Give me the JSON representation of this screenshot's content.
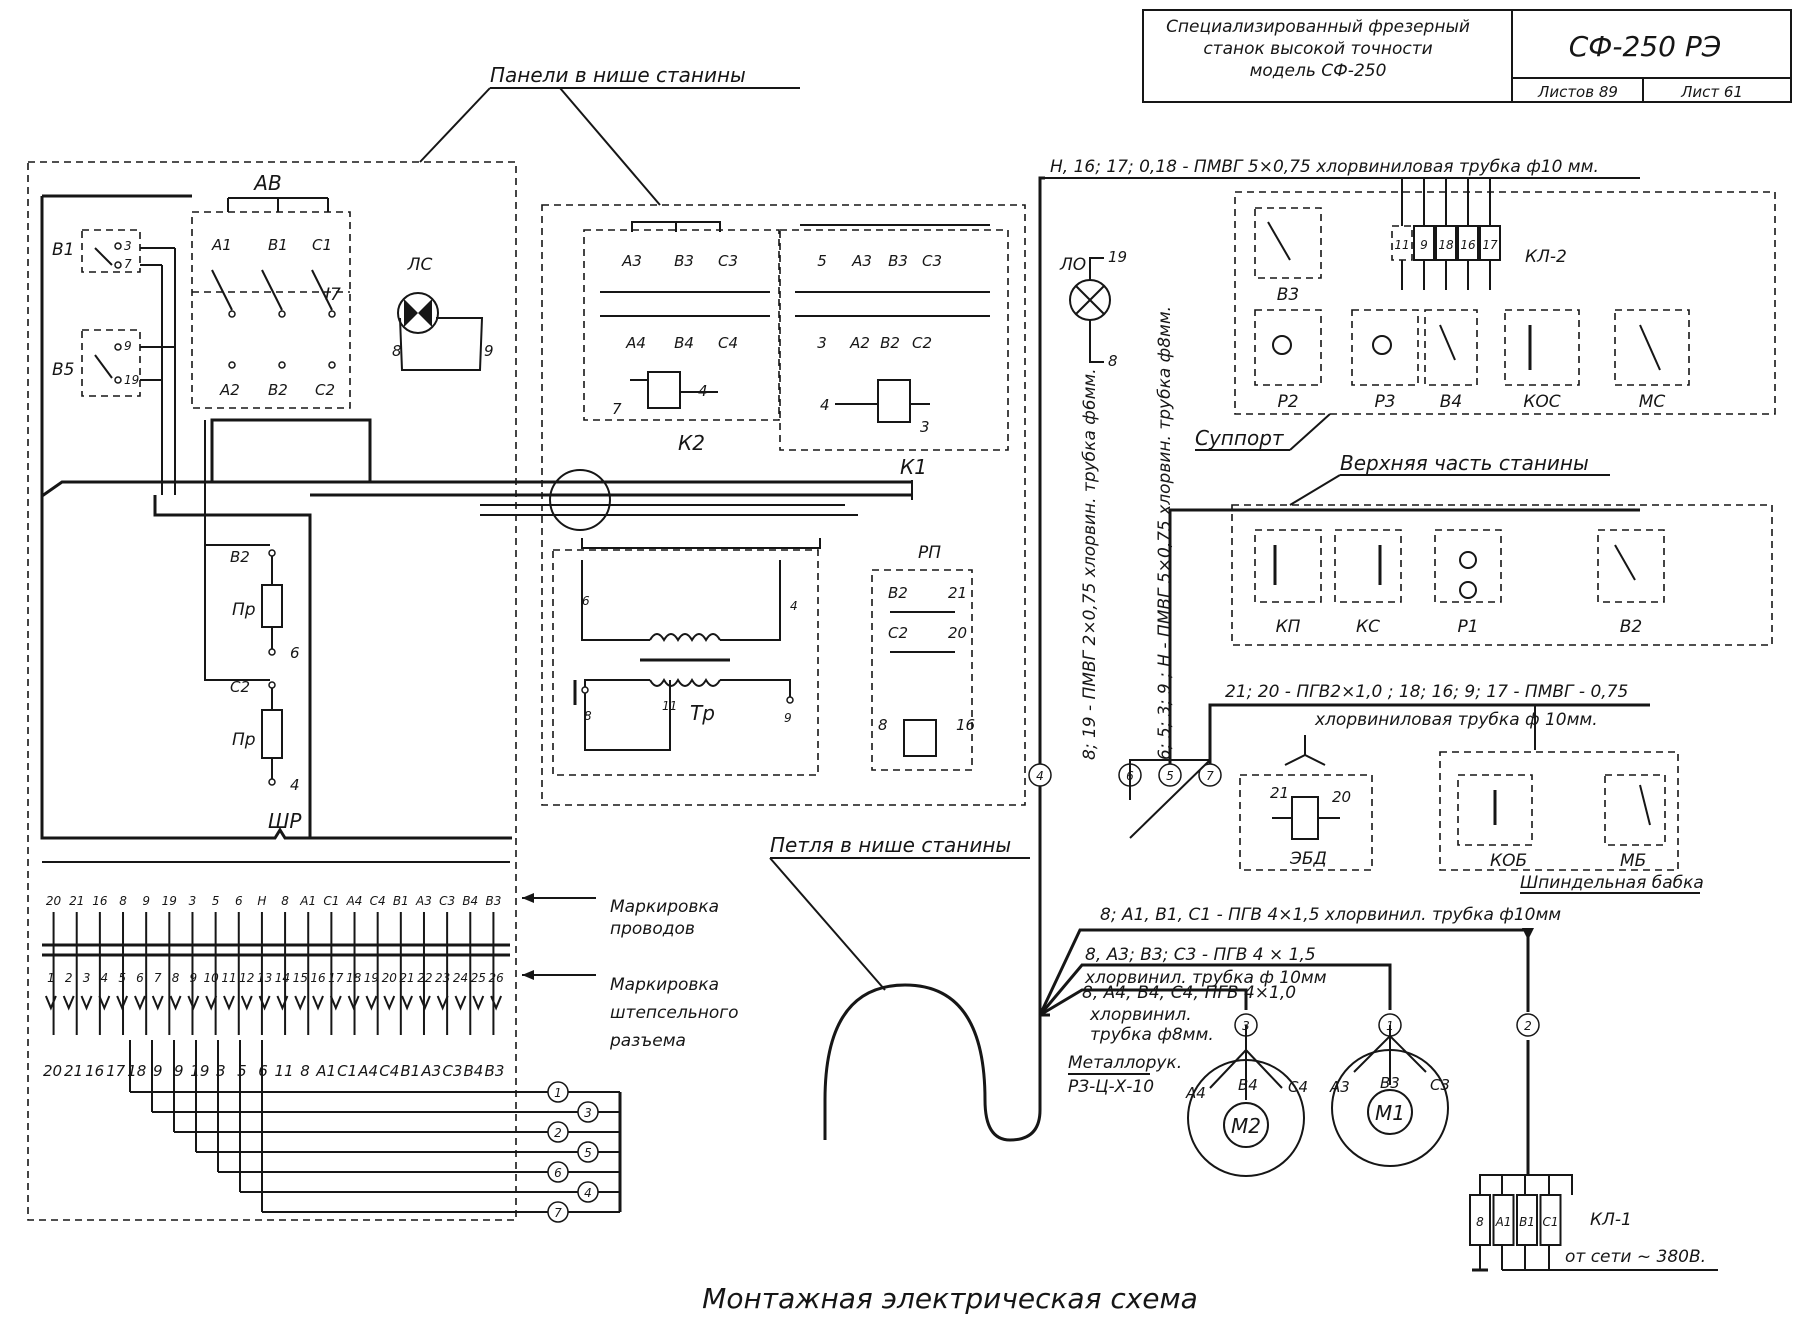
{
  "title_block": {
    "description": [
      "Специализированный фрезерный",
      "станок высокой точности",
      "модель СФ-250"
    ],
    "code": "СФ-250 РЭ",
    "sheets_total": "Листов 89",
    "sheet_number": "Лист 61"
  },
  "caption": "Монтажная электрическая схема",
  "section_labels": {
    "panels_niche": "Панели в нише станины",
    "support": "Суппорт",
    "upper_frame": "Верхняя часть станины",
    "spindle_head": "Шпиндельная бабка",
    "loop_niche": "Петля в нише станины",
    "wire_marking": [
      "Маркировка",
      "проводов"
    ],
    "plug_marking": [
      "Маркировка",
      "штепсельного",
      "разъема"
    ],
    "metal_sleeve": [
      "Металлорук.",
      "РЗ-Ц-Х-10"
    ],
    "mains": "от сети ~ 380В."
  },
  "cable_notes": {
    "top_bus": "Н, 16; 17; 0,18 - ПМВГ 5×0,75 хлорвиниловая трубка ф10 мм.",
    "v1": "8; 19 - ПМВГ 2×0,75 хлорвин. трубка ф6мм.",
    "v2": "6; 5; 3; 9 ; Н - ПМВГ 5×0,75 хлорвин. трубка ф8мм.",
    "spindle": [
      "21; 20 - ПГВ2×1,0 ; 18; 16; 9; 17 - ПМВГ - 0,75",
      "хлорвиниловая трубка ф 10мм."
    ],
    "power": "8; А1, В1, С1 - ПГВ 4×1,5 хлорвинил. трубка ф10мм",
    "m1": [
      "8, А3; В3; С3 - ПГВ 4 × 1,5",
      "хлорвинил. трубка ф 10мм"
    ],
    "m2": [
      "8, А4; В4; С4; ПГВ 4×1,0",
      "хлорвинил.",
      "трубка ф8мм."
    ]
  },
  "components": {
    "av": "АВ",
    "av_in": [
      "А1",
      "В1",
      "С1"
    ],
    "av_out": [
      "А2",
      "В2",
      "С2"
    ],
    "av_rating": "I7",
    "b1": "В1",
    "b5": "В5",
    "lamp_ls": "ЛС",
    "lamp_lo": "ЛО",
    "k2": "К2",
    "k1": "К1",
    "rp": "РП",
    "tr": "Тр",
    "pr": "Пр",
    "shr": "ШР",
    "k2_top": [
      "А3",
      "В3",
      "С3"
    ],
    "k2_bot": [
      "А4",
      "В4",
      "С4"
    ],
    "k1_top": [
      "5",
      "А3",
      "В3",
      "С3"
    ],
    "k1_bot": [
      "3",
      "А2",
      "В2",
      "С2"
    ],
    "rp_left": [
      "В2",
      "С2"
    ],
    "rp_right": [
      "21",
      "20"
    ],
    "support": [
      "В3",
      "Р2",
      "Р3",
      "В4",
      "КОС",
      "МС"
    ],
    "kl2": "КЛ-2",
    "kl2_terms": [
      "11",
      "9",
      "18",
      "16",
      "17"
    ],
    "upper": [
      "КП",
      "КС",
      "Р1",
      "В2"
    ],
    "ebd": "ЭБД",
    "kob": "КОБ",
    "mb": "МБ",
    "m1": "М1",
    "m2": "М2",
    "m1_phases": [
      "А3",
      "В3",
      "С3"
    ],
    "m2_phases": [
      "А4",
      "В4",
      "С4"
    ],
    "kl1": "КЛ-1",
    "kl1_terms": [
      "8",
      "А1",
      "В1",
      "С1"
    ]
  },
  "terminals": {
    "wire_top_row": [
      "20",
      "21",
      "16",
      "8",
      "9",
      "19",
      "3",
      "5",
      "6",
      "Н",
      "8",
      "А1",
      "С1",
      "А4",
      "С4",
      "В1",
      "А3",
      "С3",
      "В4",
      "В3"
    ],
    "pins": [
      "1",
      "2",
      "3",
      "4",
      "5",
      "6",
      "7",
      "8",
      "9",
      "10",
      "11",
      "12",
      "13",
      "14",
      "15",
      "16",
      "17",
      "18",
      "19",
      "20",
      "21",
      "22",
      "23",
      "24",
      "25",
      "26"
    ],
    "wire_bottom_row": [
      "20",
      "21",
      "16",
      "17",
      "18",
      "9",
      "9",
      "19",
      "3",
      "5",
      "6",
      "11",
      "8",
      "А1",
      "С1",
      "А4",
      "С4",
      "В1",
      "А3",
      "С3",
      "В4",
      "В3"
    ]
  },
  "cable_numbers": [
    "1",
    "3",
    "2",
    "5",
    "6",
    "4",
    "7"
  ],
  "route_numbers": [
    "4",
    "6",
    "5",
    "7",
    "3",
    "1",
    "2"
  ],
  "misc_numbers": {
    "b1_terms": [
      "3",
      "7"
    ],
    "b5_terms": [
      "9",
      "19"
    ],
    "ls_terms": [
      "8",
      "9"
    ],
    "lo_terms": [
      "19",
      "8"
    ],
    "k2_coil": [
      "7",
      "4"
    ],
    "k1_coil": [
      "4",
      "3"
    ],
    "tr_terms": [
      "6",
      "4",
      "8",
      "11",
      "9"
    ],
    "pr_terms": [
      "В2",
      "6",
      "С2",
      "4"
    ],
    "rp_coil": [
      "8",
      "16"
    ]
  }
}
